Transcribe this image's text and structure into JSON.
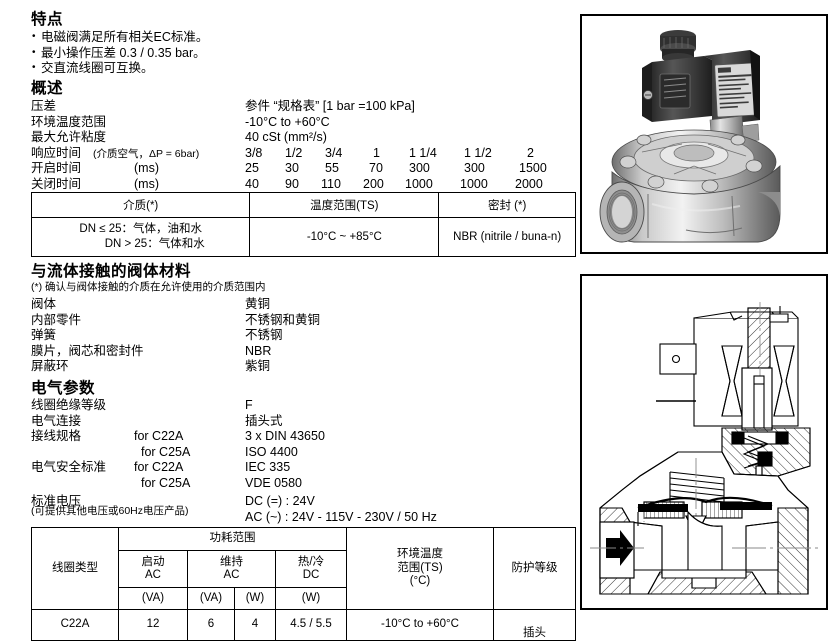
{
  "features": {
    "heading": "特点",
    "items": [
      "电磁阀满足所有相关EC标准。",
      "最小操作压差 0.3 / 0.35 bar。",
      "交直流线圈可互换。"
    ]
  },
  "overview": {
    "heading": "概述",
    "rows": [
      {
        "label": "压差",
        "value": "参件 “规格表”   [1 bar =100 kPa]"
      },
      {
        "label": "环境温度范围",
        "value": "-10°C to +60°C"
      },
      {
        "label": "最大允许粘度",
        "value": "40 cSt (mm²/s)"
      }
    ],
    "response": {
      "label": "响应时间",
      "label_note": "(介质空气，ΔP = 6bar)",
      "sizes": [
        "3/8",
        "1/2",
        "3/4",
        "1",
        "1 1/4",
        "1 1/2",
        "2"
      ],
      "open_label": "开启时间",
      "open_unit": "(ms)",
      "open_values": [
        "25",
        "30",
        "55",
        "70",
        "300",
        "300",
        "1500"
      ],
      "close_label": "关闭时间",
      "close_unit": "(ms)",
      "close_values": [
        "40",
        "90",
        "110",
        "200",
        "1000",
        "1000",
        "2000"
      ]
    }
  },
  "medium_table": {
    "headers": [
      "介质(*)",
      "温度范围(TS)",
      "密封 (*)"
    ],
    "medium_line1": "DN ≤ 25：气体，油和水",
    "medium_line2": "DN > 25：气体和水",
    "temperature": "-10°C ~ +85°C",
    "seal": "NBR (nitrile / buna-n)"
  },
  "materials": {
    "heading": "与流体接触的阀体材料",
    "note": "(*) 确认与阀体接触的介质在允许使用的介质范围内",
    "rows": [
      {
        "label": "阀体",
        "value": "黄铜"
      },
      {
        "label": "内部零件",
        "value": "不锈钢和黄铜"
      },
      {
        "label": "弹簧",
        "value": "不锈钢"
      },
      {
        "label": "膜片，阀芯和密封件",
        "value": "NBR"
      },
      {
        "label": "屏蔽环",
        "value": "紫铜"
      }
    ]
  },
  "electrical": {
    "heading": "电气参数",
    "rows": [
      {
        "label": "线圈绝缘等级",
        "mid": "",
        "value": "F"
      },
      {
        "label": "电气连接",
        "mid": "",
        "value": "插头式"
      },
      {
        "label": "接线规格",
        "mid": "for C22A",
        "value": "3 x DIN 43650"
      },
      {
        "label": "",
        "mid": "for C25A",
        "value": "ISO 4400"
      },
      {
        "label": "电气安全标准",
        "mid": "for C22A",
        "value": "IEC 335"
      },
      {
        "label": "",
        "mid": "for C25A",
        "value": "VDE 0580"
      },
      {
        "label": "标准电压",
        "mid": "",
        "value": "DC (=) : 24V"
      },
      {
        "label": "",
        "mid": "",
        "value": "AC (~) : 24V - 115V - 230V / 50 Hz"
      }
    ],
    "footnote": "(可提供其他电压或60Hz电压产品)"
  },
  "power_table": {
    "col_coil": "线圈类型",
    "col_group": "功耗范围",
    "col_start": "启动",
    "col_start_ac": "AC",
    "col_hold": "维持",
    "col_hold_ac": "AC",
    "col_hotcold": "热/冷",
    "col_hotcold_dc": "DC",
    "units": [
      "(VA)",
      "(VA)",
      "(W)",
      "(W)"
    ],
    "col_ambient_l1": "环境温度",
    "col_ambient_l2": "范围(TS)",
    "col_ambient_l3": "(°C)",
    "col_protection": "防护等级",
    "rows": [
      {
        "coil": "C22A",
        "start_va": "12",
        "hold_va": "6",
        "hold_w": "4",
        "hotcold_w": "4.5 / 5.5",
        "ambient": "-10°C to +60°C",
        "protection": "插头"
      }
    ]
  },
  "artwork": {
    "photo_caption": "solenoid-valve-photo",
    "diagram_caption": "solenoid-valve-cross-section"
  }
}
